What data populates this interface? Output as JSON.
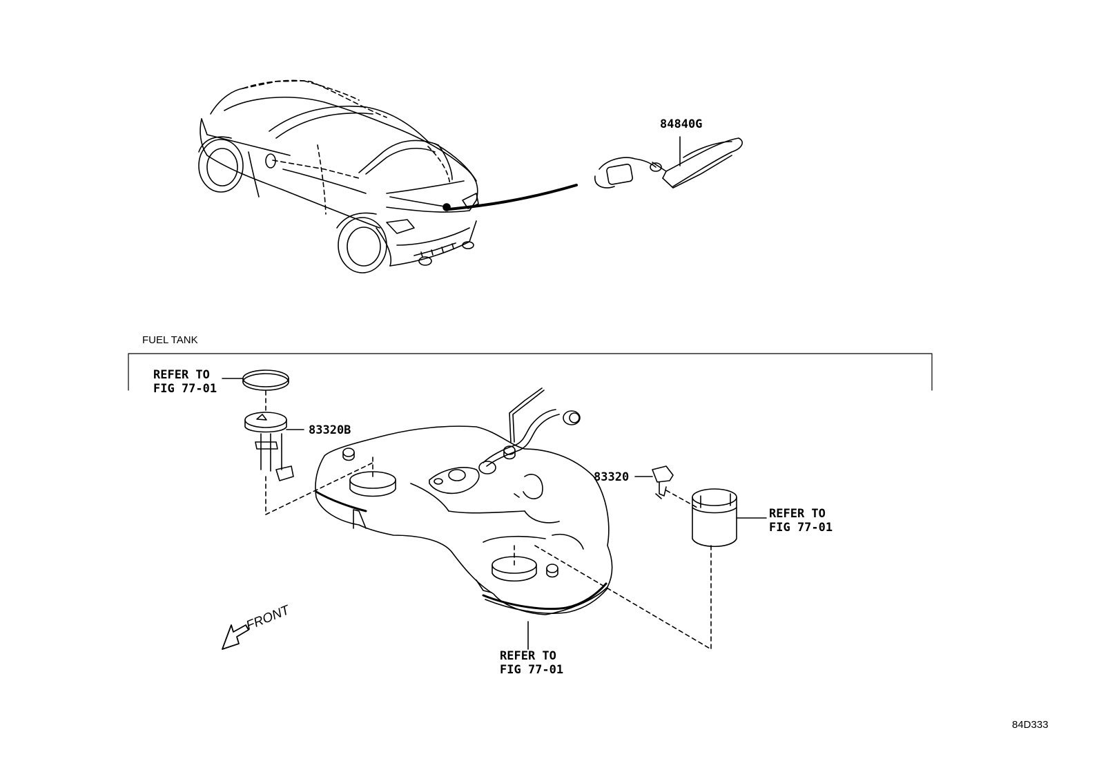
{
  "section": {
    "title": "FUEL TANK"
  },
  "diagram_id": "84D333",
  "front_label": "FRONT",
  "parts": {
    "harness": "84840G",
    "pump_module": "83320B",
    "sender": "83320"
  },
  "refer_to": {
    "line1": "REFER TO",
    "line2": "FIG 77-01"
  }
}
